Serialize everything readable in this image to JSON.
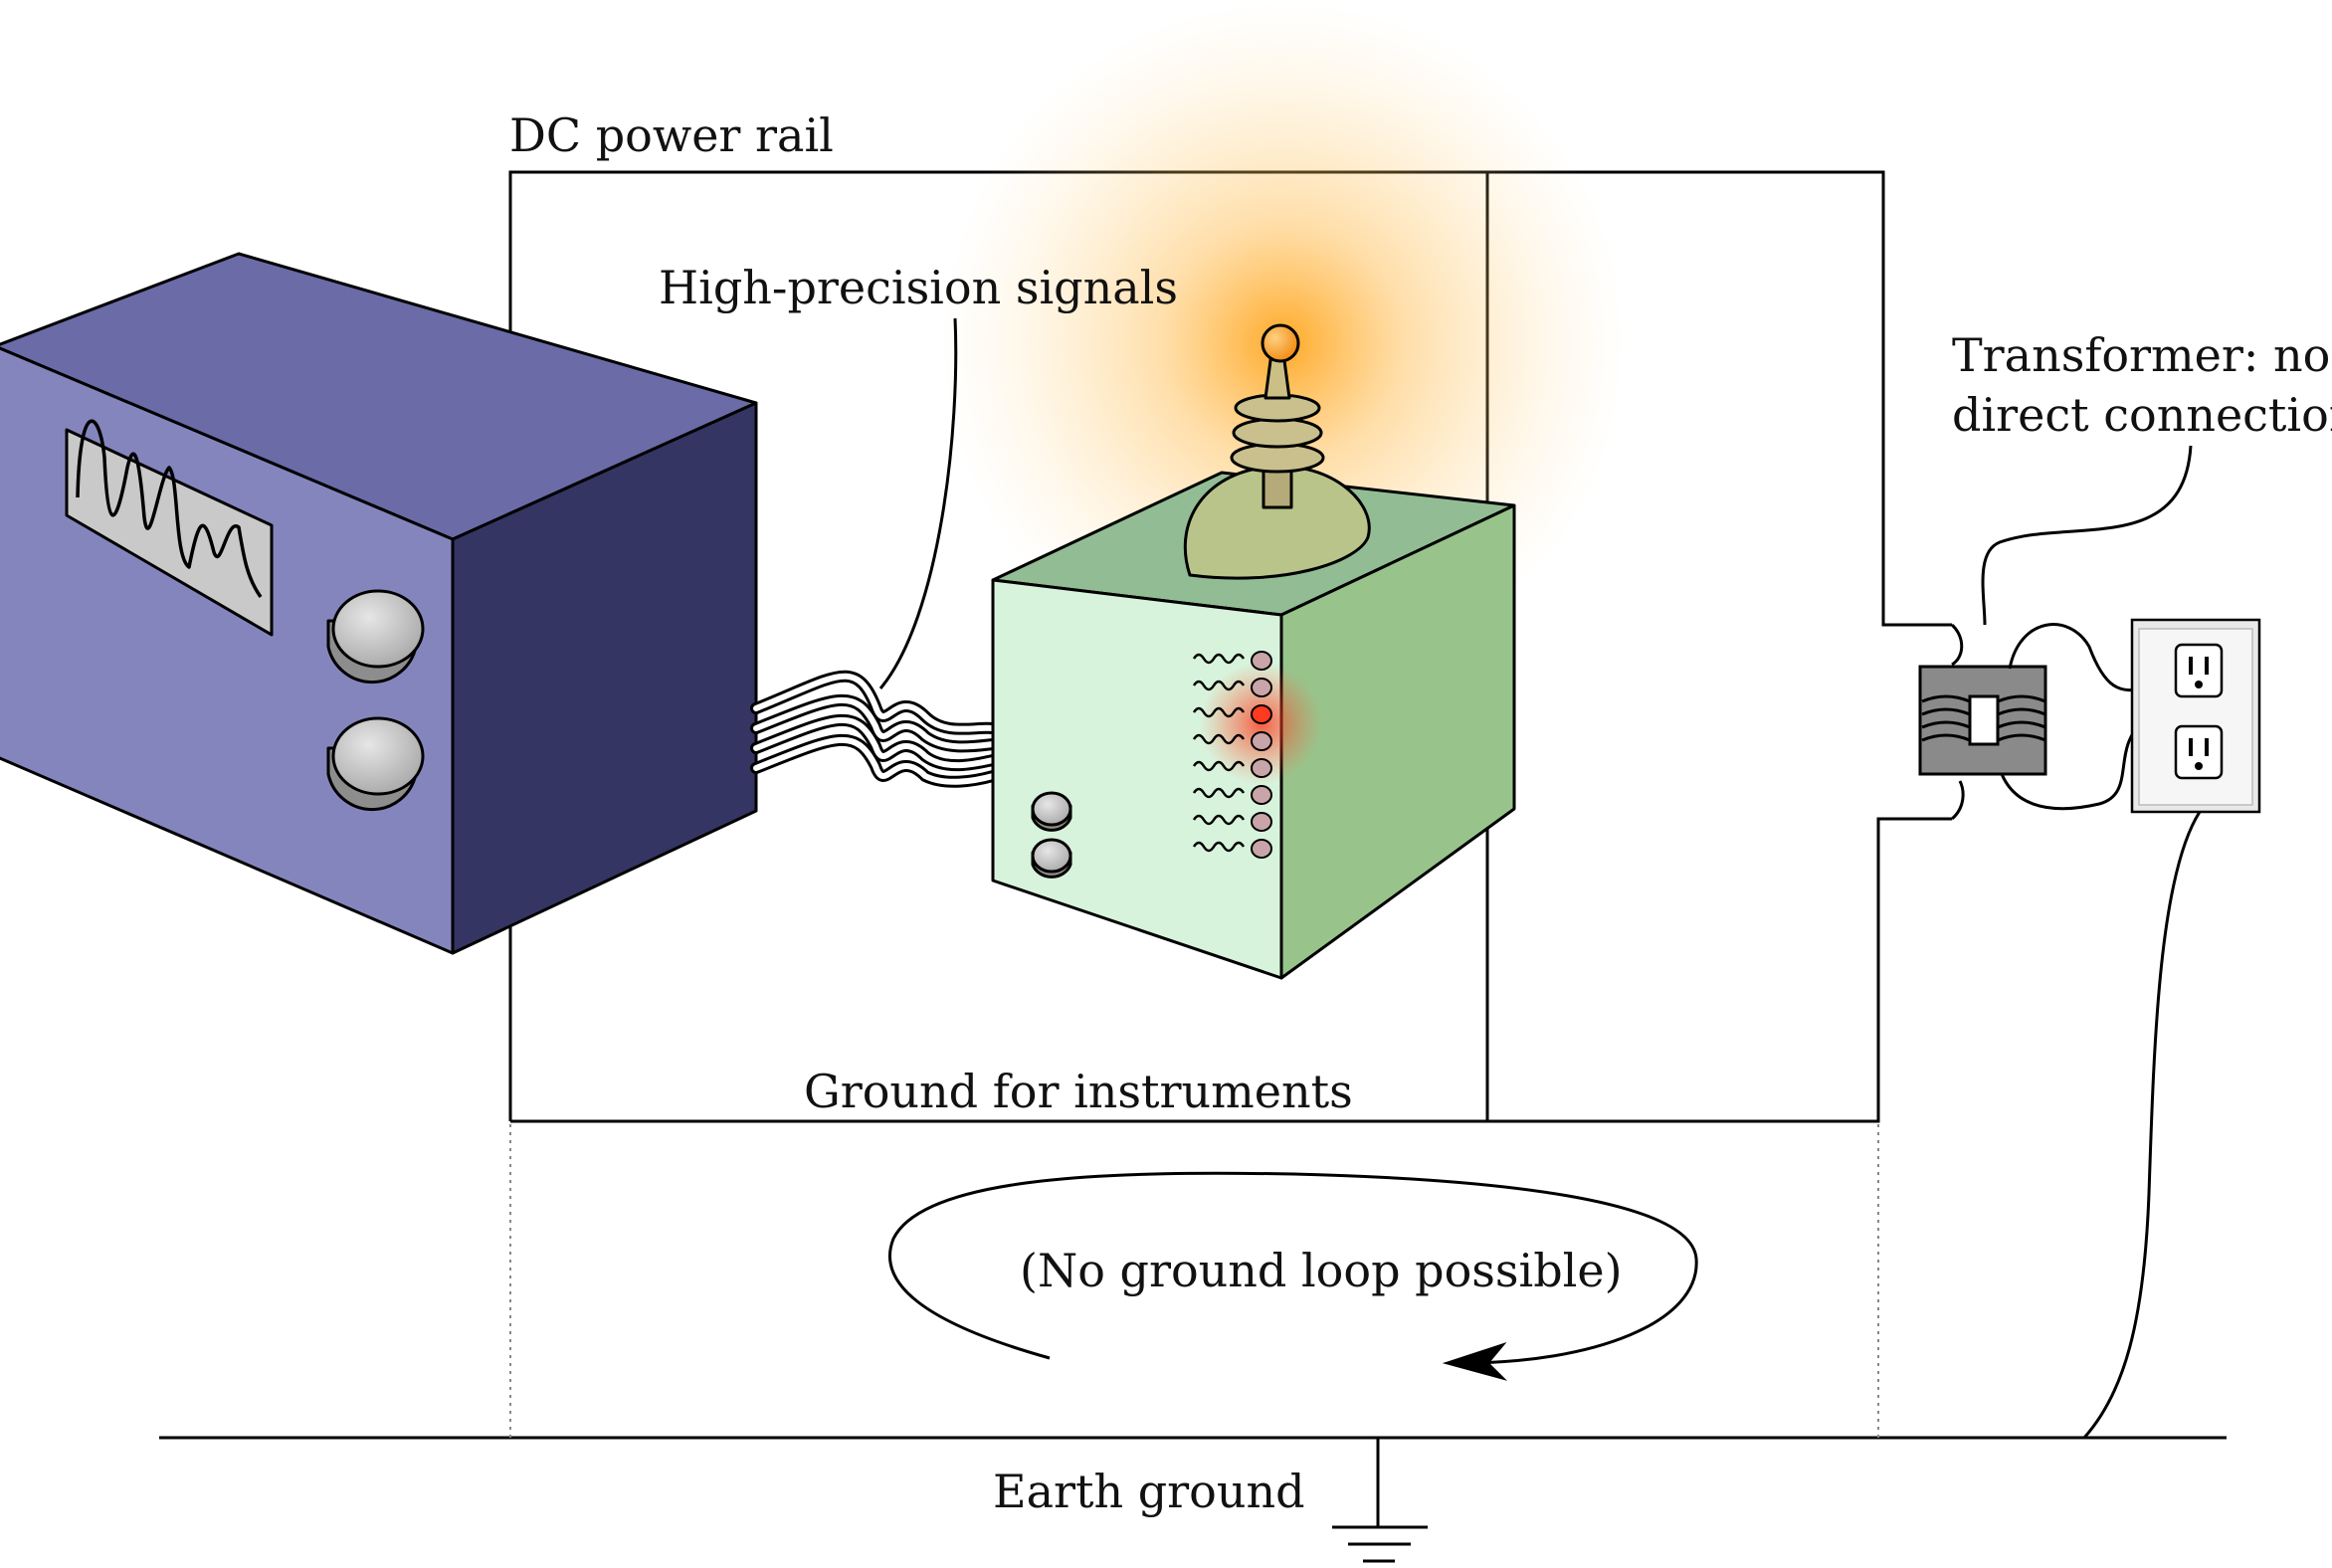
{
  "labels": {
    "dc_power_rail": "DC power rail",
    "high_precision_signals": "High-precision signals",
    "transformer_line1": "Transformer: no",
    "transformer_line2": "direct connection",
    "ground_for_instruments": "Ground for instruments",
    "no_ground_loop": "(No ground loop possible)",
    "earth_ground": "Earth ground"
  },
  "colors": {
    "oscilloscope_front": "#8585be",
    "oscilloscope_top": "#6b6ba8",
    "oscilloscope_side": "#353563",
    "instrument_front": "#d8f3dc",
    "instrument_top": "#92bd94",
    "instrument_side": "#98c48c",
    "glow": "#ffa21c",
    "hot_indicator": "#ff3b1f",
    "transformer_core": "#8a8a8a",
    "wall_plate": "#e9e9e9",
    "line": "#000000"
  }
}
